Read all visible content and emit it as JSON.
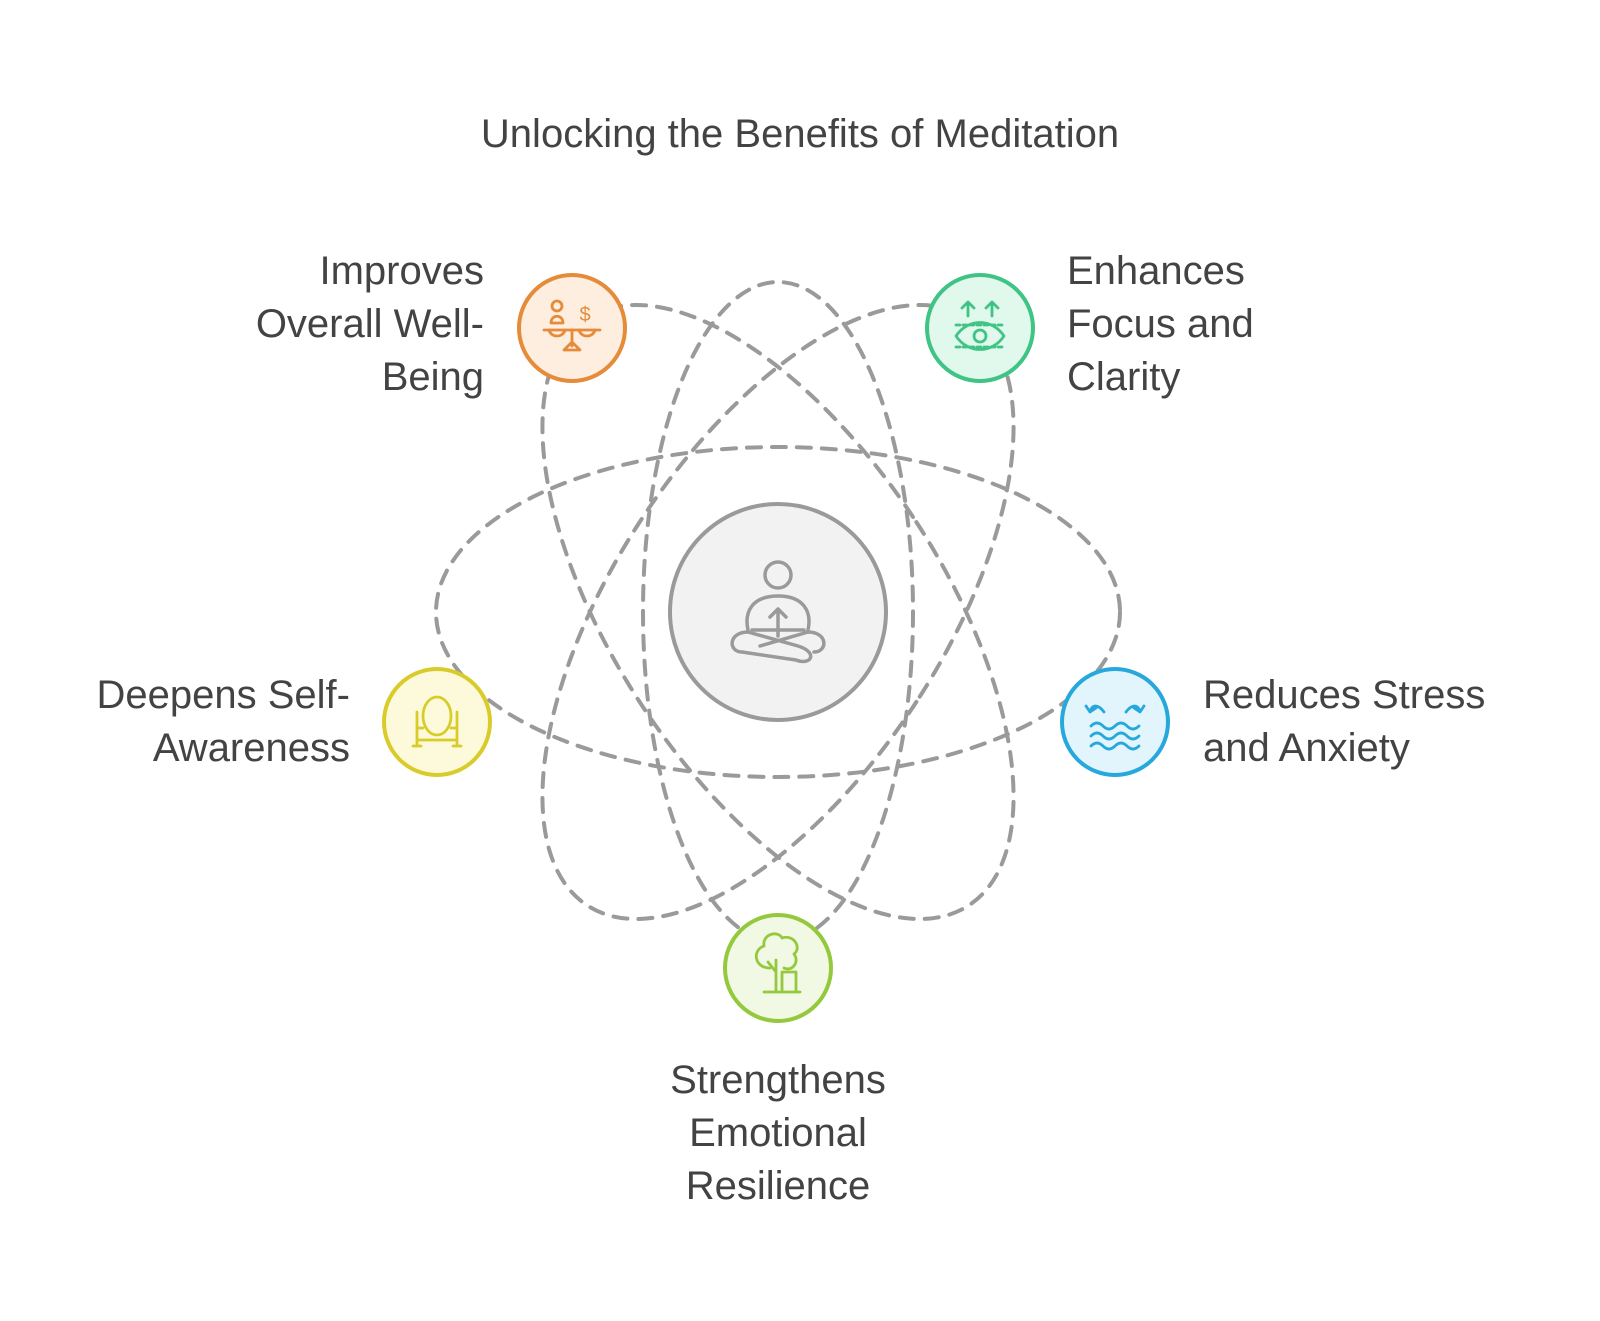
{
  "title": "Unlocking the Benefits of Meditation",
  "center": {
    "icon": "meditation-person-icon",
    "fill": "#f2f2f2",
    "stroke": "#9a9a9a"
  },
  "orbit_color": "#9a9a9a",
  "benefits": [
    {
      "id": "improves-overall-well-being",
      "lines": [
        "Improves",
        "Overall Well-",
        "Being"
      ],
      "icon": "balance-scale-icon",
      "color": "#e58b3a",
      "fill": "#fdeee0"
    },
    {
      "id": "enhances-focus-and-clarity",
      "lines": [
        "Enhances",
        "Focus and",
        "Clarity"
      ],
      "icon": "eye-focus-icon",
      "color": "#3fc486",
      "fill": "#e1f8ec"
    },
    {
      "id": "reduces-stress-and-anxiety",
      "lines": [
        "Reduces Stress",
        "and Anxiety"
      ],
      "icon": "calm-waves-icon",
      "color": "#27a8dc",
      "fill": "#e3f5fc"
    },
    {
      "id": "strengthens-emotional-resilience",
      "lines": [
        "Strengthens",
        "Emotional",
        "Resilience"
      ],
      "icon": "tree-icon",
      "color": "#95c93d",
      "fill": "#f1f8e3"
    },
    {
      "id": "deepens-self-awareness",
      "lines": [
        "Deepens Self-",
        "Awareness"
      ],
      "icon": "mirror-icon",
      "color": "#d9cc2a",
      "fill": "#fdfadc"
    }
  ]
}
